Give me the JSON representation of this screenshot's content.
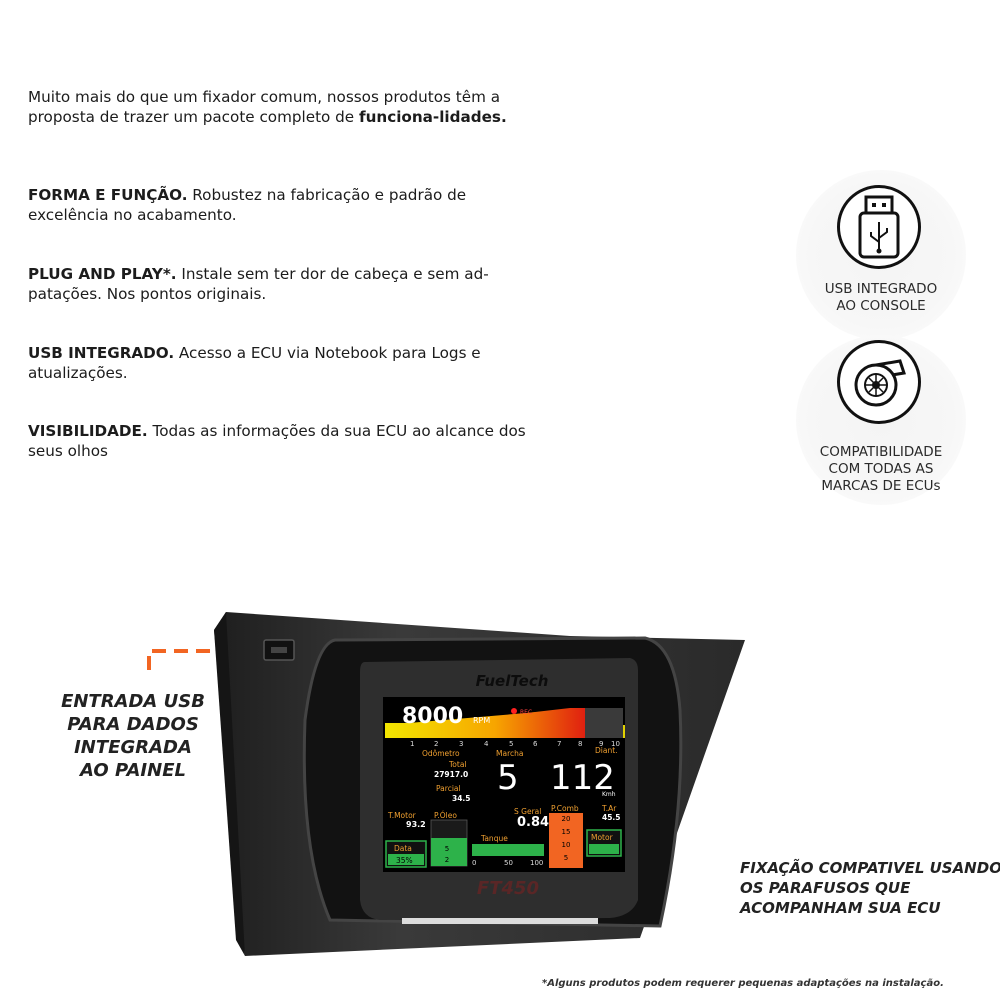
{
  "intro": {
    "part1": "Muito mais do que um fixador comum, nossos produtos têm a proposta de trazer um pacote completo de ",
    "bold": "funciona-lidades."
  },
  "features": [
    {
      "title": "FORMA E FUNÇÃO.",
      "text": " Robustez na fabricação e padrão de excelência no acabamento."
    },
    {
      "title": "PLUG AND PLAY*.",
      "text": " Instale sem ter dor de cabeça e sem ad-patações. Nos pontos originais."
    },
    {
      "title": "USB INTEGRADO.",
      "text": " Acesso a ECU via Notebook para Logs e atualizações."
    },
    {
      "title": "VISIBILIDADE.",
      "text": " Todas as informações da sua ECU ao alcance dos seus olhos"
    }
  ],
  "badges": [
    {
      "icon": "usb-drive-icon",
      "label_line1": "USB INTEGRADO",
      "label_line2": "AO CONSOLE"
    },
    {
      "icon": "turbo-icon",
      "label_line1": "COMPATIBILIDADE",
      "label_line2": "COM TODAS AS",
      "label_line3": "MARCAS DE ECUs"
    }
  ],
  "callouts": {
    "usb_line1": "ENTRADA USB",
    "usb_line2": "PARA DADOS",
    "usb_line3": "INTEGRADA",
    "usb_line4": "AO PAINEL",
    "fix_line1": "FIXAÇÃO COMPATIVEL USANDO",
    "fix_line2": "OS PARAFUSOS QUE",
    "fix_line3": "ACOMPANHAM SUA ECU"
  },
  "footnote": "*Alguns produtos podem requerer pequenas adaptações na instalação.",
  "device": {
    "brand": "FuelTech",
    "model": "FT450",
    "rpm_value": "8000",
    "rpm_unit": "RPM",
    "rec": "REC",
    "gear_scale": [
      "1",
      "2",
      "3",
      "4",
      "5",
      "6",
      "7",
      "8",
      "9",
      "10"
    ],
    "odometro_label": "Odômetro",
    "total_label": "Total",
    "total_value": "27917.0",
    "parcial_label": "Parcial",
    "parcial_value": "34.5",
    "marcha_label": "Marcha",
    "marcha_value": "5",
    "diant_label": "Diant.",
    "speed_value": "112",
    "speed_unit": "Kmh",
    "tmotor_label": "T.Motor",
    "tmotor_value": "93.2",
    "poleo_label": "P.Óleo",
    "poleo_values": [
      "5",
      "2"
    ],
    "sgeral_label": "S Geral",
    "sgeral_value": "0.84",
    "pcomb_label": "P.Comb",
    "pcomb_values": [
      "20",
      "15",
      "10",
      "5"
    ],
    "tar_label": "T.Ar",
    "tar_value": "45.5",
    "data_label": "Data",
    "data_value": "35%",
    "tanque_label": "Tanque",
    "tanque_scale": [
      "0",
      "50",
      "100"
    ],
    "motor_label": "Motor"
  },
  "colors": {
    "accent_orange": "#f26522",
    "panel_dark": "#2b2b2b",
    "screen_bg": "#000000",
    "gauge_green": "#2db24a"
  }
}
